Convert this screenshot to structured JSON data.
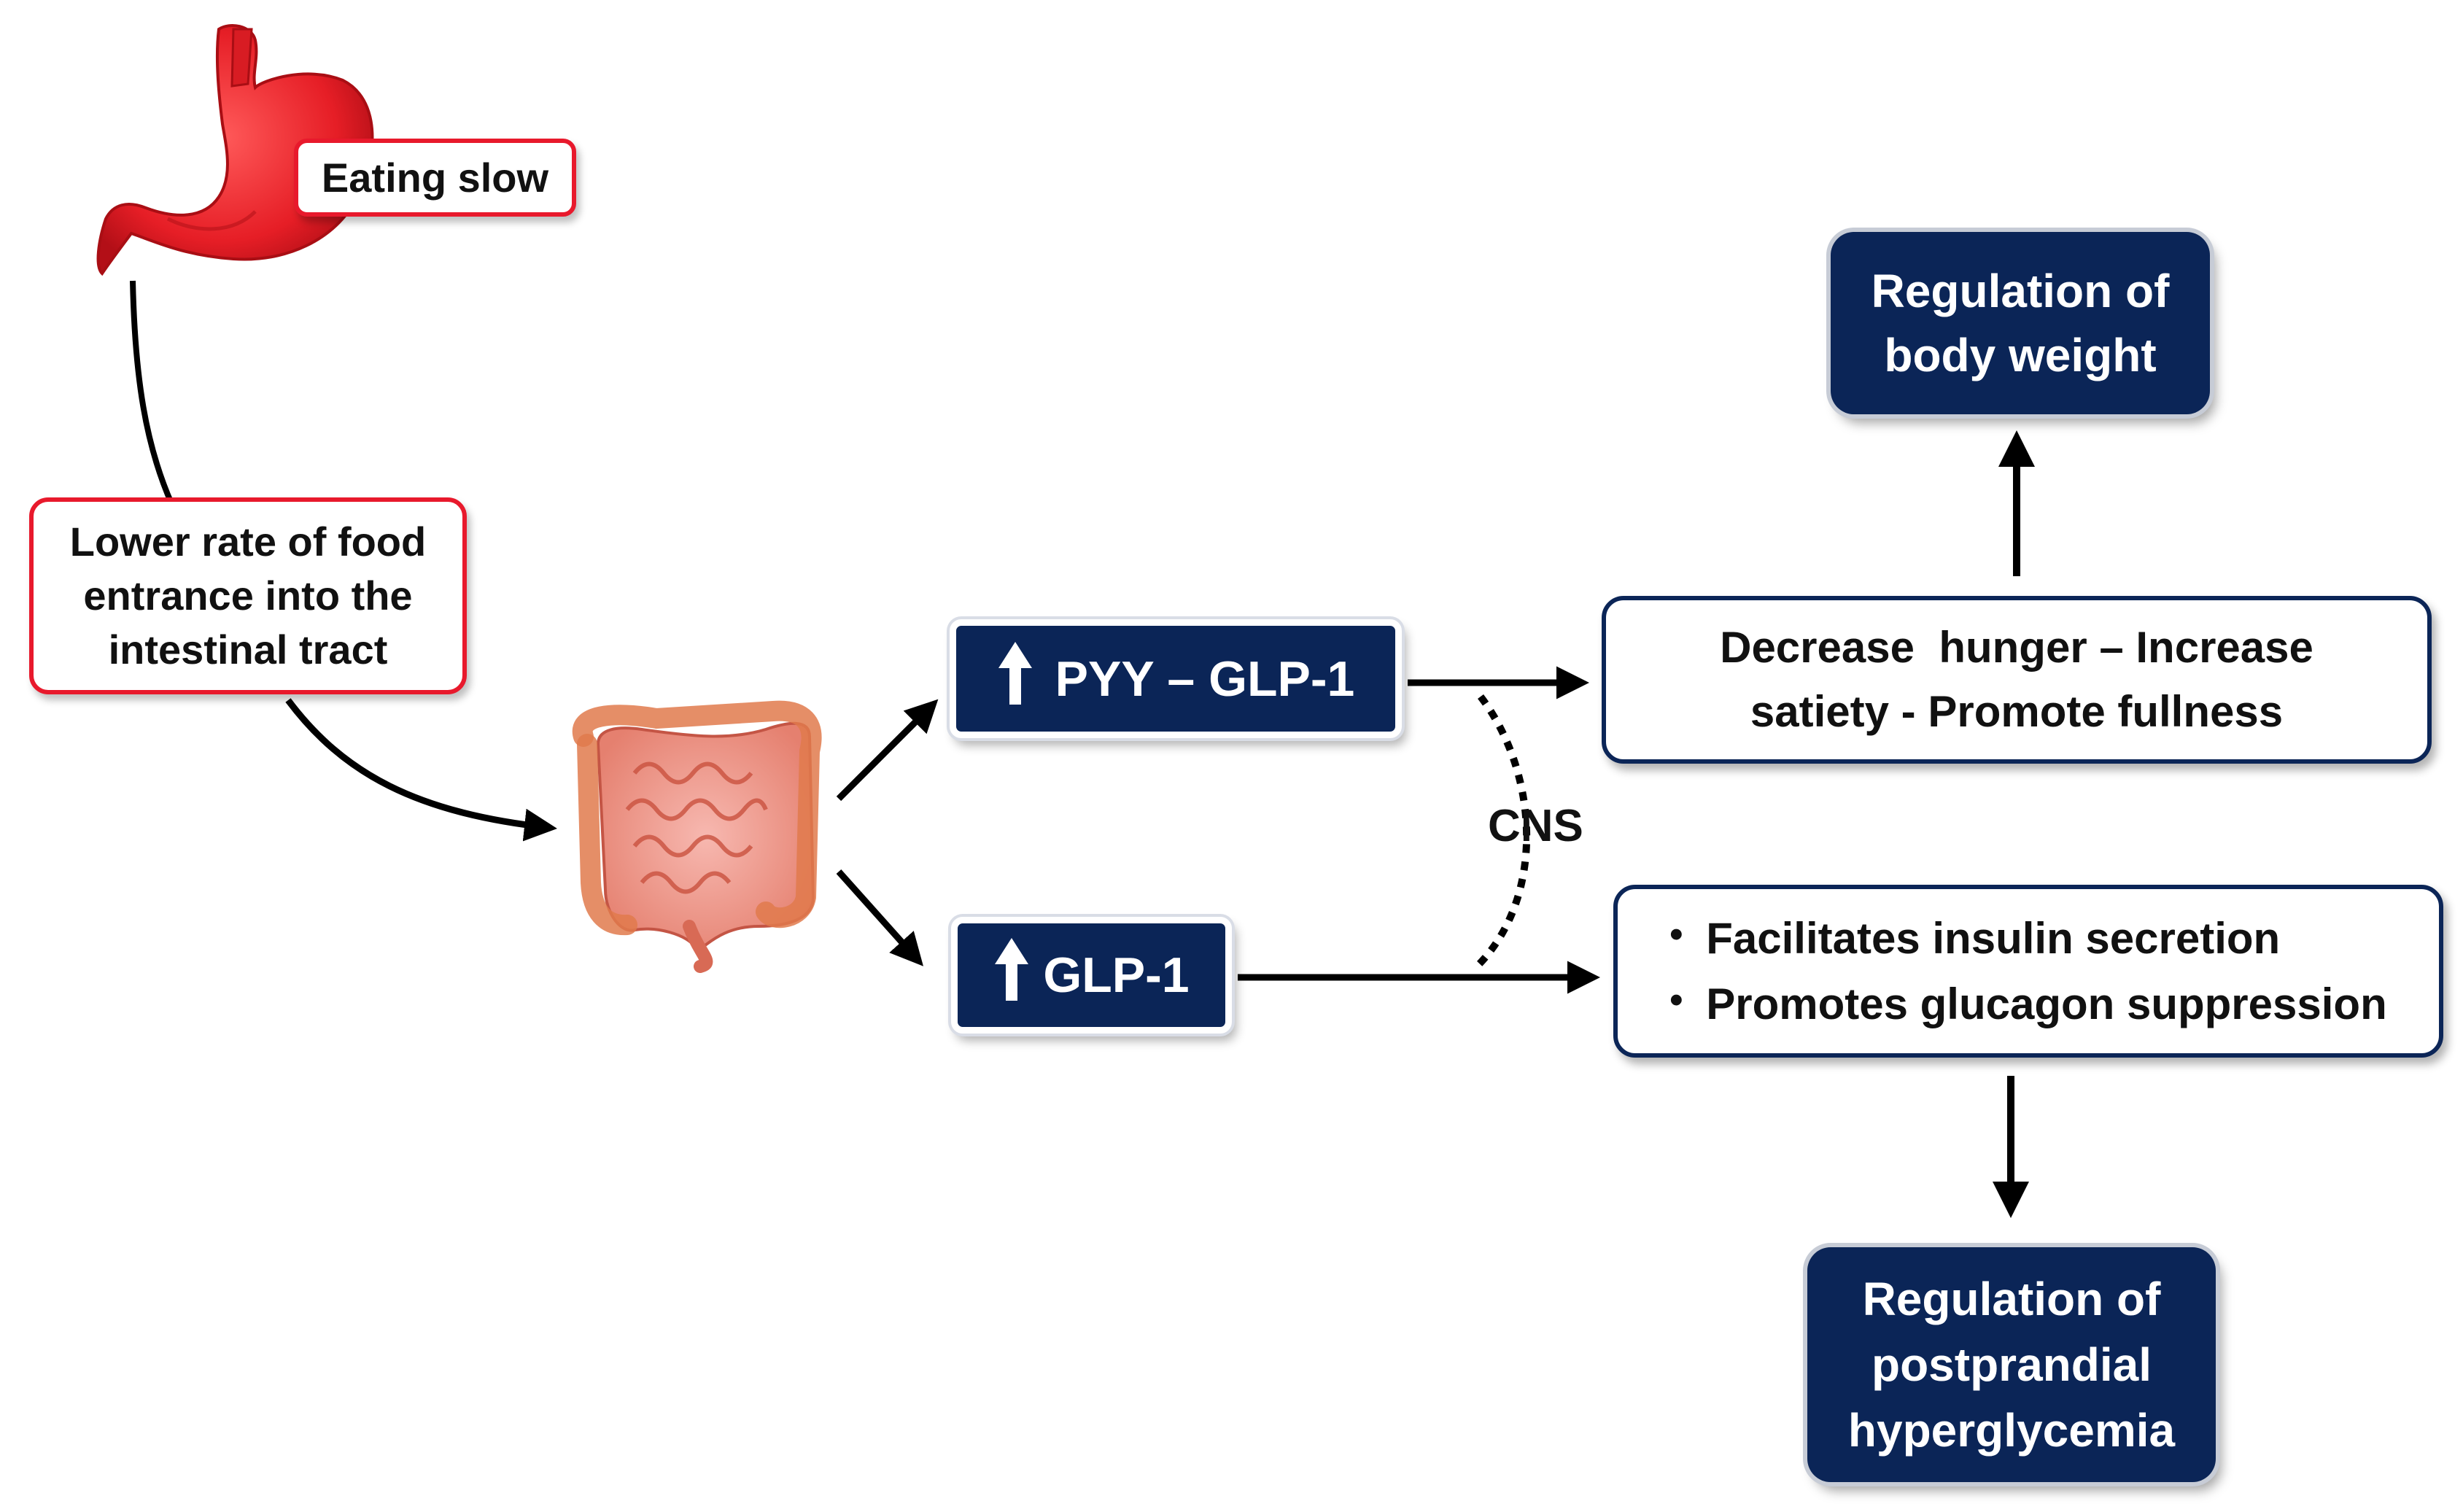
{
  "stomach_label": "Eating slow",
  "food_rate_box": {
    "lines": [
      "Lower rate of food",
      "entrance into the",
      "intestinal tract"
    ]
  },
  "pyy_tag": "PYY – GLP-1",
  "glp_tag": "GLP-1",
  "satiety_box": {
    "lines": [
      "Decrease  hunger – Increase",
      "satiety - Promote fullness"
    ]
  },
  "insulin_box": {
    "items": [
      "Facilitates insulin secretion",
      "Promotes glucagon suppression"
    ]
  },
  "body_weight_box": {
    "lines": [
      "Regulation of",
      "body weight"
    ]
  },
  "hyperglycemia_box": {
    "lines": [
      "Regulation of",
      "postprandial",
      "hyperglycemia"
    ]
  },
  "cns_label": "CNS",
  "colors": {
    "navy": "#0b2557",
    "red": "#e8192c",
    "stomach": "#ee1c25",
    "intestine": "#f08a7a"
  },
  "icons": {
    "stomach": "stomach-icon",
    "intestine": "intestine-icon",
    "up_arrow": "up-arrow-icon"
  }
}
